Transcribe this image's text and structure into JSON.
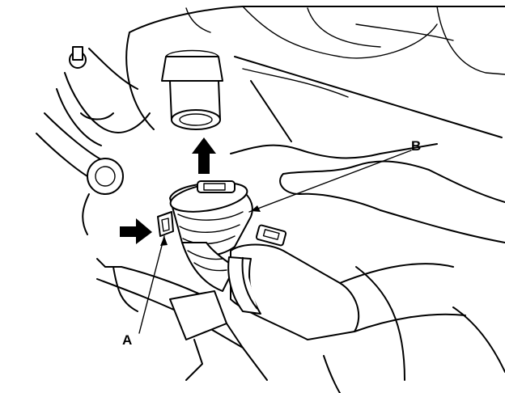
{
  "diagram": {
    "callouts": [
      {
        "id": "A",
        "label": "A"
      },
      {
        "id": "B",
        "label": "B"
      }
    ],
    "arrows": [
      {
        "id": "pull-up",
        "direction": "up"
      },
      {
        "id": "press-side",
        "direction": "right"
      }
    ]
  }
}
